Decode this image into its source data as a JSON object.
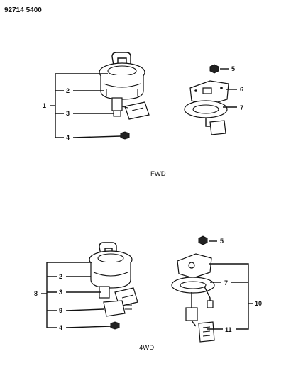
{
  "header": {
    "part_number": "92714 5400"
  },
  "sections": {
    "fwd": "FWD",
    "awd": "4WD"
  },
  "callouts": {
    "fwd": {
      "c1": "1",
      "c2": "2",
      "c3": "3",
      "c4": "4",
      "c5": "5",
      "c6": "6",
      "c7": "7"
    },
    "awd": {
      "c2": "2",
      "c3": "3",
      "c4": "4",
      "c5": "5",
      "c7": "7",
      "c8": "8",
      "c9": "9",
      "c10": "10",
      "c11": "11"
    }
  }
}
